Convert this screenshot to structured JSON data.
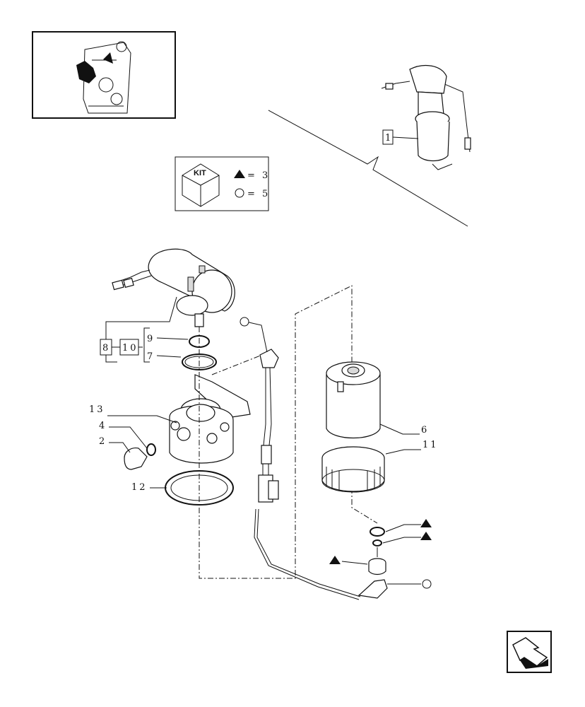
{
  "kit_legend": {
    "kit_label": "KIT",
    "triangle_eq": "= 3",
    "circle_eq": "= 5"
  },
  "callouts": {
    "overview_ref": "1",
    "box_8": "8",
    "box_10": "10",
    "label_9": "9",
    "label_7": "7",
    "label_13": "13",
    "label_4": "4",
    "label_2": "2",
    "label_12": "12",
    "label_6": "6",
    "label_11": "11"
  },
  "icons": [
    "engine-location-thumbnail",
    "kit-cube-icon",
    "triangle-symbol",
    "circle-symbol",
    "next-page-arrow-icon"
  ]
}
